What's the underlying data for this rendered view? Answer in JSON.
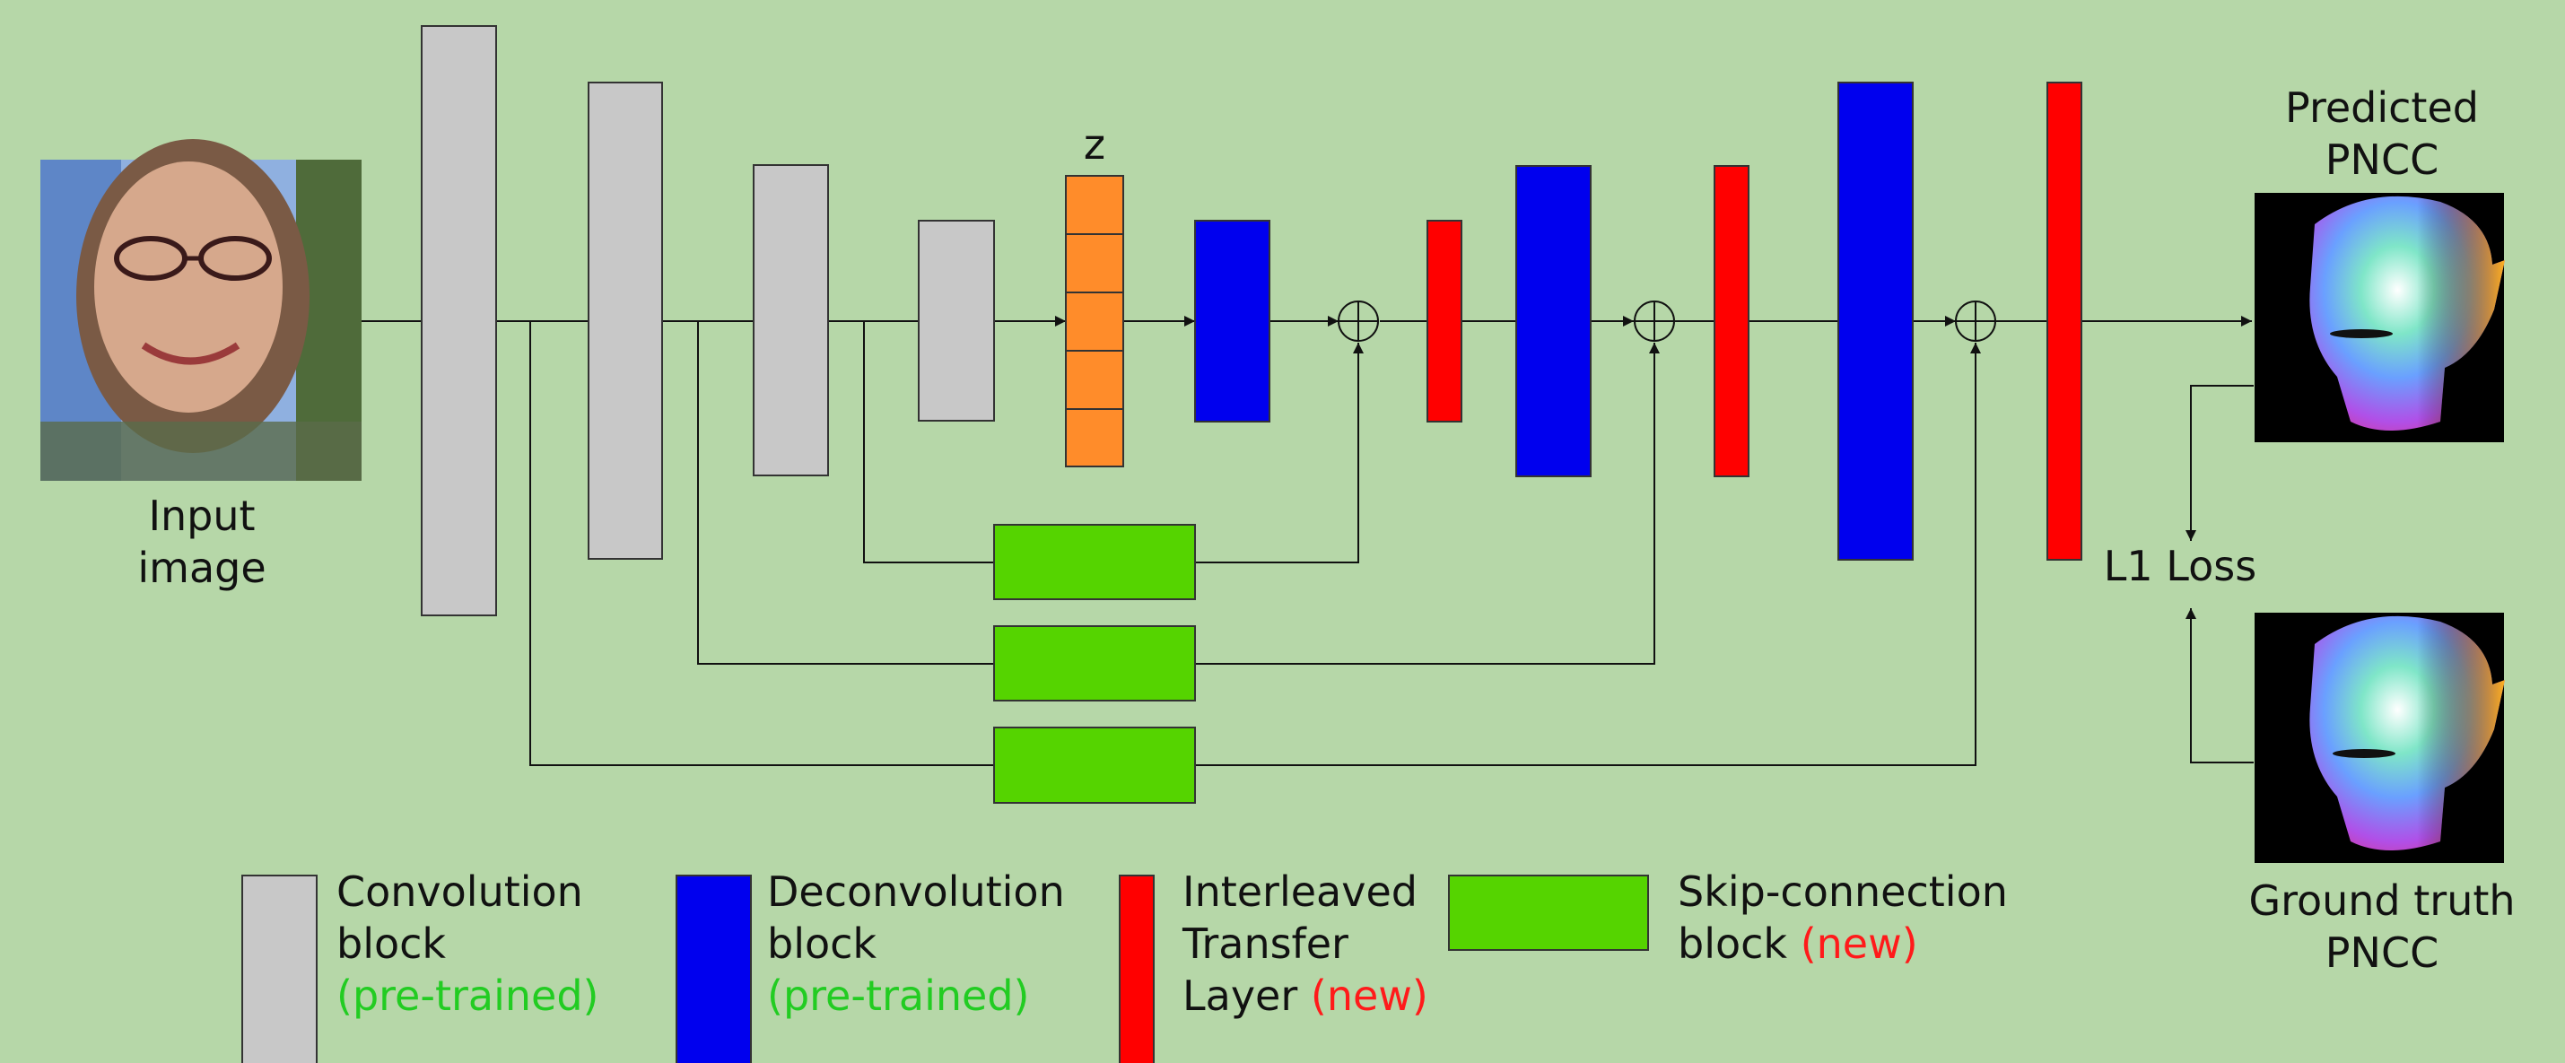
{
  "labels": {
    "input": "Input\nimage",
    "z": "z",
    "predicted": "Predicted\nPNCC",
    "loss": "L1 Loss",
    "ground_truth": "Ground truth\nPNCC"
  },
  "legend": {
    "conv": {
      "line1": "Convolution",
      "line2": "block",
      "tag": "(pre-trained)"
    },
    "deconv": {
      "line1": "Deconvolution",
      "line2": "block",
      "tag": "(pre-trained)"
    },
    "itl": {
      "line1": "Interleaved",
      "line2": "Transfer",
      "line3": "Layer ",
      "tag": "(new)"
    },
    "skip": {
      "line1": "Skip-connection",
      "line2": "block ",
      "tag": "(new)"
    }
  },
  "colors": {
    "background": "#b6d7a8",
    "conv": "#c8c8c8",
    "deconv": "#0000ee",
    "itl": "#ff0000",
    "skip": "#55d400",
    "latent": "#ff8c2a",
    "pretrained_text": "#22cc22",
    "new_text": "#ff1a1a"
  }
}
